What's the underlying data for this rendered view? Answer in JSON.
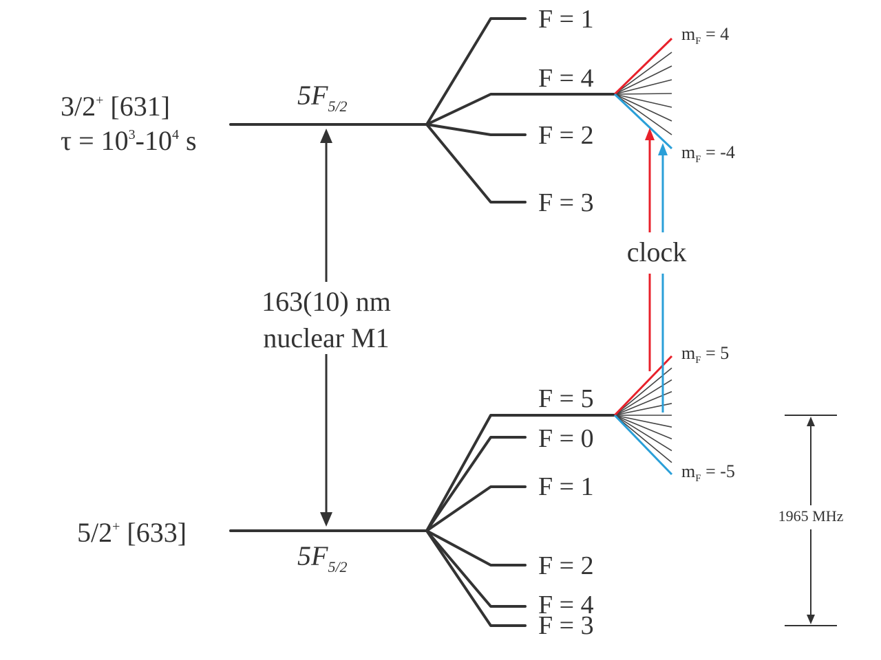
{
  "colors": {
    "ink": "#333333",
    "clock_red": "#e8202a",
    "clock_blue": "#2a9fd8"
  },
  "upper_state": {
    "label": "3/2",
    "label_sup": "+",
    "label_bracket": "[631]",
    "lifetime_prefix": "τ = 10",
    "lifetime_exp1": "3",
    "lifetime_mid": "-10",
    "lifetime_exp2": "4",
    "lifetime_unit": " s",
    "config_main": "5F",
    "config_sub": "5/2",
    "f_levels": [
      "F = 1",
      "F = 4",
      "F = 2",
      "F = 3"
    ],
    "mf_top": "m",
    "mf_top_sub": "F",
    "mf_top_val": " = 4",
    "mf_bottom": "m",
    "mf_bottom_sub": "F",
    "mf_bottom_val": " = -4"
  },
  "lower_state": {
    "label": "5/2",
    "label_sup": "+",
    "label_bracket": "[633]",
    "config_main": "5F",
    "config_sub": "5/2",
    "f_levels": [
      "F = 5",
      "F = 0",
      "F = 1",
      "F = 2",
      "F = 4",
      "F = 3"
    ],
    "mf_top": "m",
    "mf_top_sub": "F",
    "mf_top_val": " = 5",
    "mf_bottom": "m",
    "mf_bottom_sub": "F",
    "mf_bottom_val": " = -5"
  },
  "transition": {
    "line1": "163(10) nm",
    "line2": "nuclear M1"
  },
  "clock_label": "clock",
  "hyperfine_span": "1965 MHz"
}
